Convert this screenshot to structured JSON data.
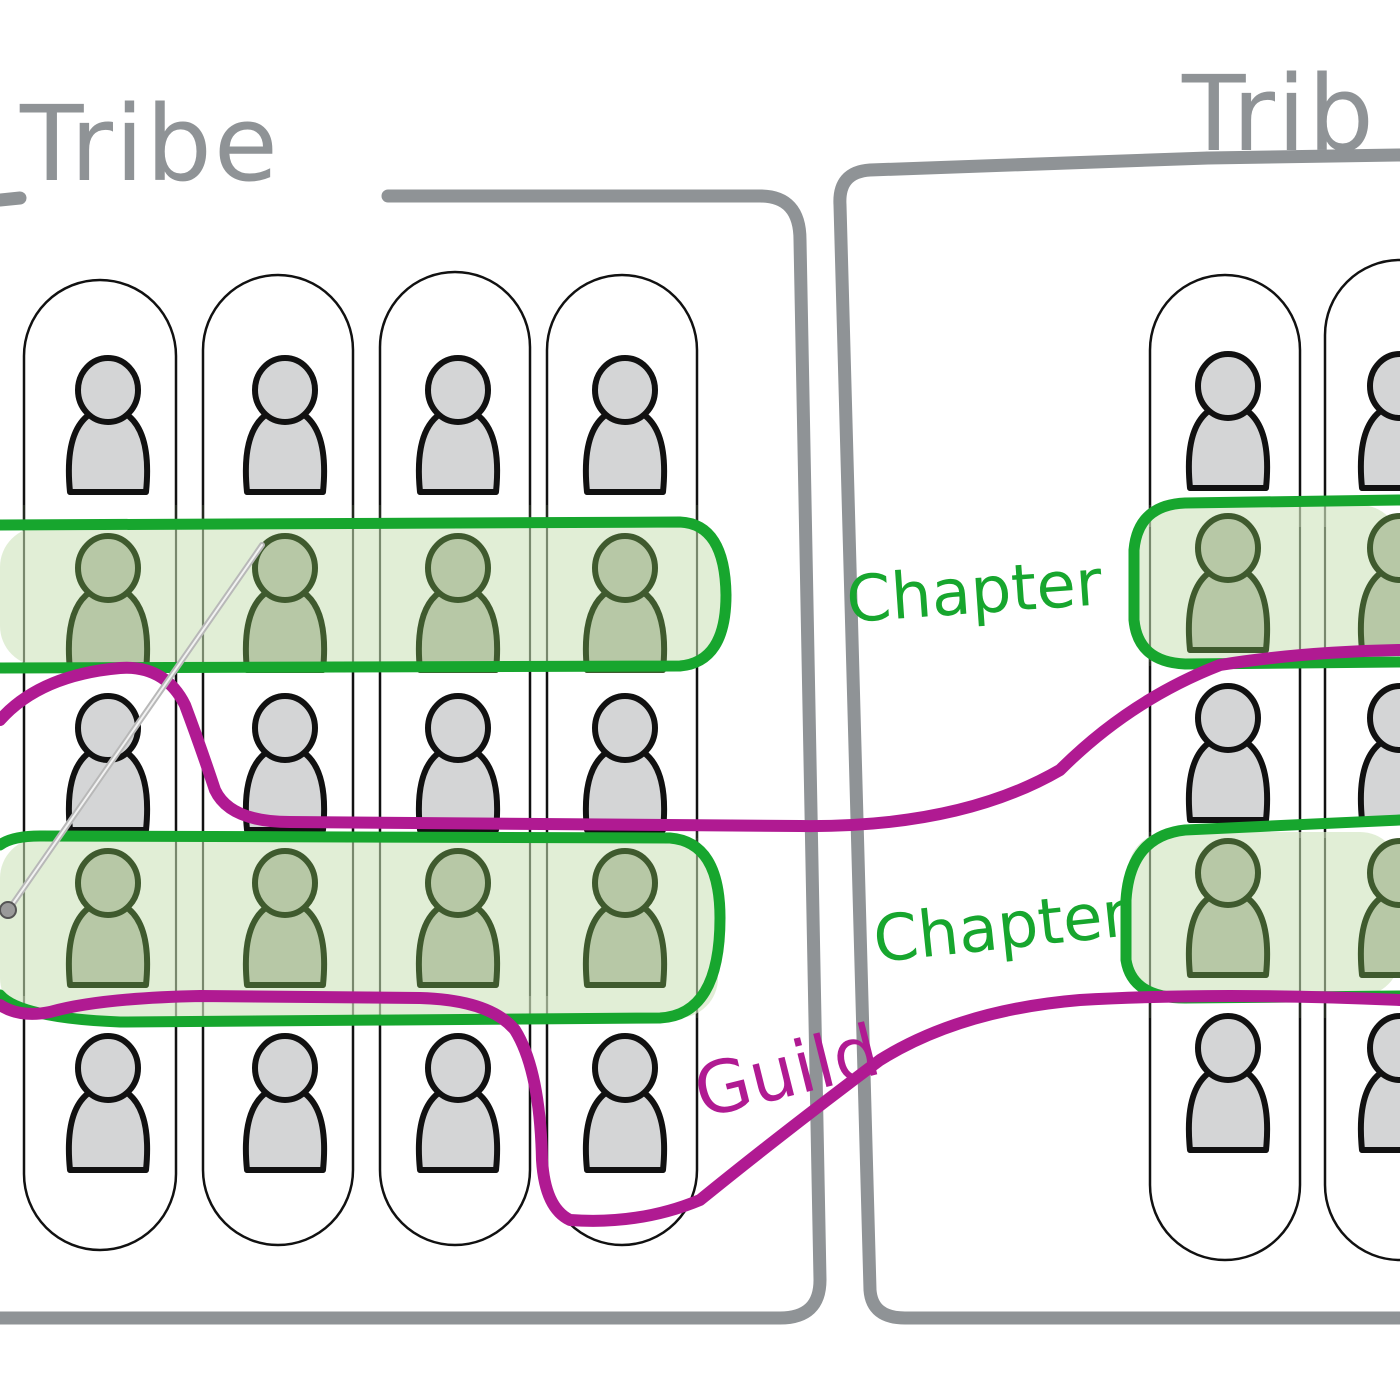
{
  "labels": {
    "tribe_left": "Tribe",
    "tribe_right": "Trib",
    "chapter_top": "Chapter",
    "chapter_bottom": "Chapter",
    "guild": "Guild"
  },
  "colors": {
    "tribe": "#8f9396",
    "squad_outline": "#111111",
    "person_fill": "#d4d5d6",
    "person_outline": "#111111",
    "chapter": "#17a62e",
    "chapter_fill": "#dcebcf",
    "chapter_person_fill": "#b7c8a6",
    "chapter_person_outline": "#3f5a2e",
    "guild": "#b01a92",
    "pointer": "#b8b8b8"
  }
}
